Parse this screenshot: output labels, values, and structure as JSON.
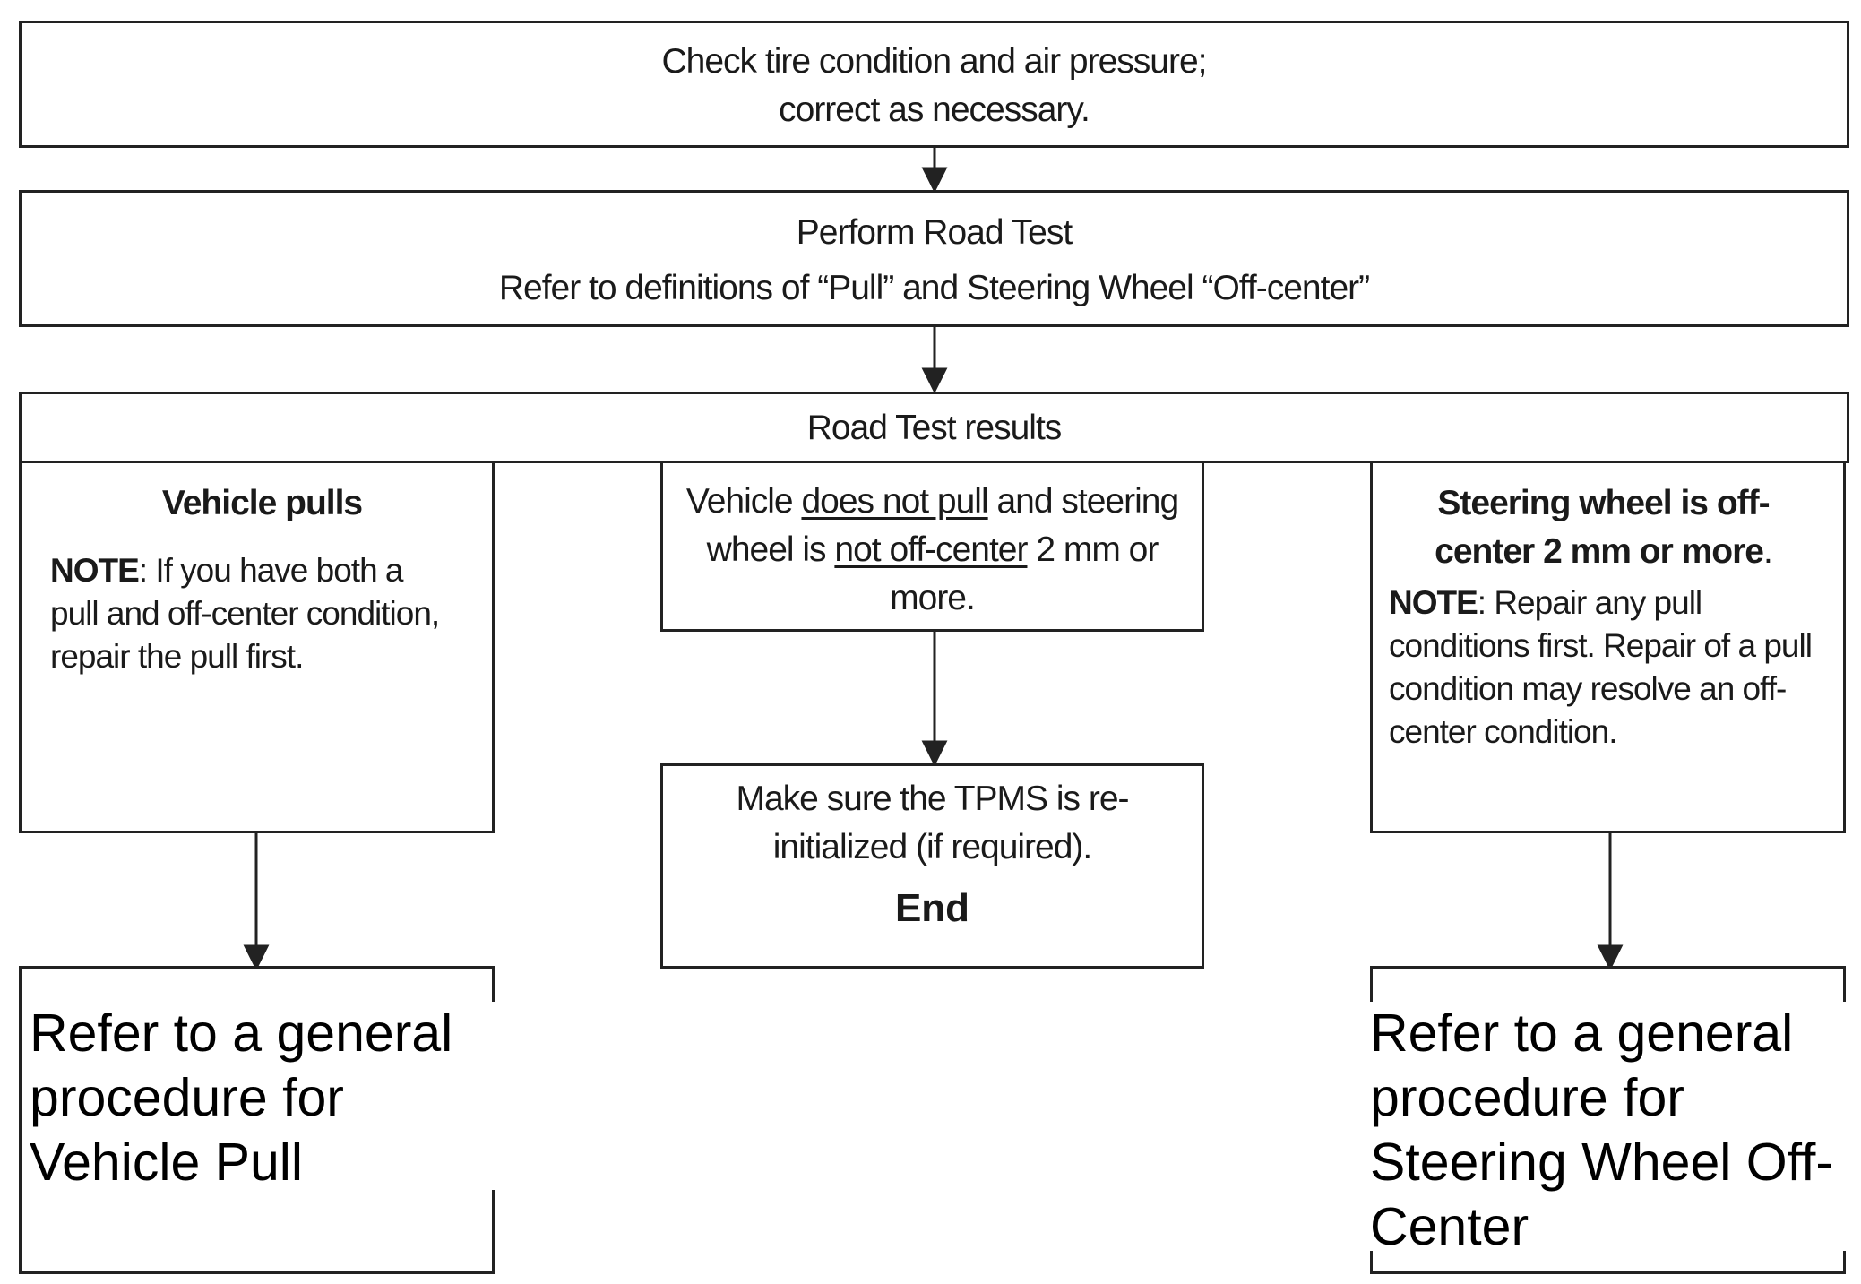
{
  "boxes": {
    "check_tires": {
      "line1": "Check tire condition and air pressure;",
      "line2": "correct as necessary."
    },
    "road_test": {
      "line1": "Perform Road Test",
      "line2": "Refer to definitions of “Pull” and Steering Wheel “Off-center”"
    },
    "results": {
      "title": "Road Test results"
    },
    "vehicle_pulls": {
      "title": "Vehicle pulls",
      "note_label": "NOTE",
      "note_text": ": If you have both a pull and off-center condition, repair the pull first."
    },
    "no_pull": {
      "p1": "Vehicle ",
      "u1": "does not pull",
      "p2": " and steering wheel is ",
      "u2": "not off-center",
      "p3": " 2 mm or more."
    },
    "off_center": {
      "title": "Steering wheel is off-center 2 mm or more",
      "title_end": ".",
      "note_label": "NOTE",
      "note_text": ": Repair any pull conditions first. Repair of a pull condition may resolve an off-center condition."
    },
    "tpms": {
      "text": "Make sure the TPMS is re-initialized (if required).",
      "end": "End"
    },
    "refer_pull": {
      "text": "Refer to a general procedure for Vehicle Pull"
    },
    "refer_off_center": {
      "text": "Refer to a general procedure for Steering Wheel Off-Center"
    }
  }
}
